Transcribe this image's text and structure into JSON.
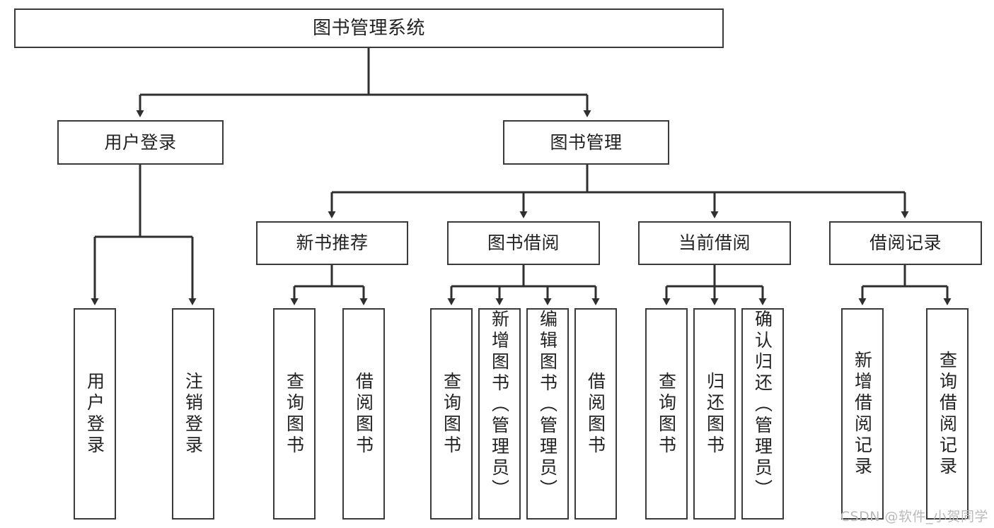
{
  "diagram": {
    "title": "图书管理系统",
    "type": "tree",
    "orientation": "top-down",
    "colors": {
      "box_border": "#3a3a3a",
      "box_fill": "#ffffff",
      "connector": "#2f2f2f",
      "text": "#222222",
      "watermark": "#b9b9b9",
      "background": "#ffffff"
    },
    "watermark": "CSDN @软件_小贺同学",
    "nodes": {
      "root": {
        "label": "图书管理系统"
      },
      "level2": [
        {
          "label": "用户登录"
        },
        {
          "label": "图书管理"
        }
      ],
      "level3": [
        {
          "label": "新书推荐"
        },
        {
          "label": "图书借阅"
        },
        {
          "label": "当前借阅"
        },
        {
          "label": "借阅记录"
        }
      ],
      "leaves_user_login": [
        {
          "label": "用户登录"
        },
        {
          "label": "注销登录"
        }
      ],
      "leaves_new_book": [
        {
          "label": "查询图书"
        },
        {
          "label": "借阅图书"
        }
      ],
      "leaves_borrow": [
        {
          "label": "查询图书"
        },
        {
          "label": "新增图书（管理员）"
        },
        {
          "label": "编辑图书（管理员）"
        },
        {
          "label": "借阅图书"
        }
      ],
      "leaves_current": [
        {
          "label": "查询图书"
        },
        {
          "label": "归还图书"
        },
        {
          "label": "确认归还（管理员）"
        }
      ],
      "leaves_record": [
        {
          "label": "新增借阅记录"
        },
        {
          "label": "查询借阅记录"
        }
      ]
    }
  }
}
